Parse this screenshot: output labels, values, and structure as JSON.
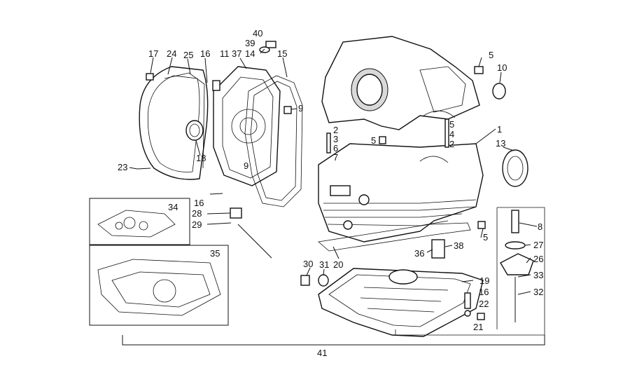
{
  "labels": {
    "l1": "1",
    "l2a": "2",
    "l2b": "2",
    "l3": "3",
    "l4": "4",
    "l5a": "5",
    "l5b": "5",
    "l5c": "5",
    "l5d": "5",
    "l6": "6",
    "l7": "7",
    "l8": "8",
    "l9a": "9",
    "l9b": "9",
    "l10": "10",
    "l11": "11",
    "l13": "13",
    "l14": "14",
    "l15": "15",
    "l16a": "16",
    "l16b": "16",
    "l16c": "16",
    "l17": "17",
    "l18": "18",
    "l19": "19",
    "l20": "20",
    "l21": "21",
    "l22": "22",
    "l23": "23",
    "l24": "24",
    "l25": "25",
    "l26": "26",
    "l27": "27",
    "l28": "28",
    "l29": "29",
    "l30": "30",
    "l31": "31",
    "l32": "32",
    "l33": "33",
    "l34": "34",
    "l35": "35",
    "l36": "36",
    "l37": "37",
    "l38": "38",
    "l39": "39",
    "l40": "40",
    "l41": "41"
  }
}
